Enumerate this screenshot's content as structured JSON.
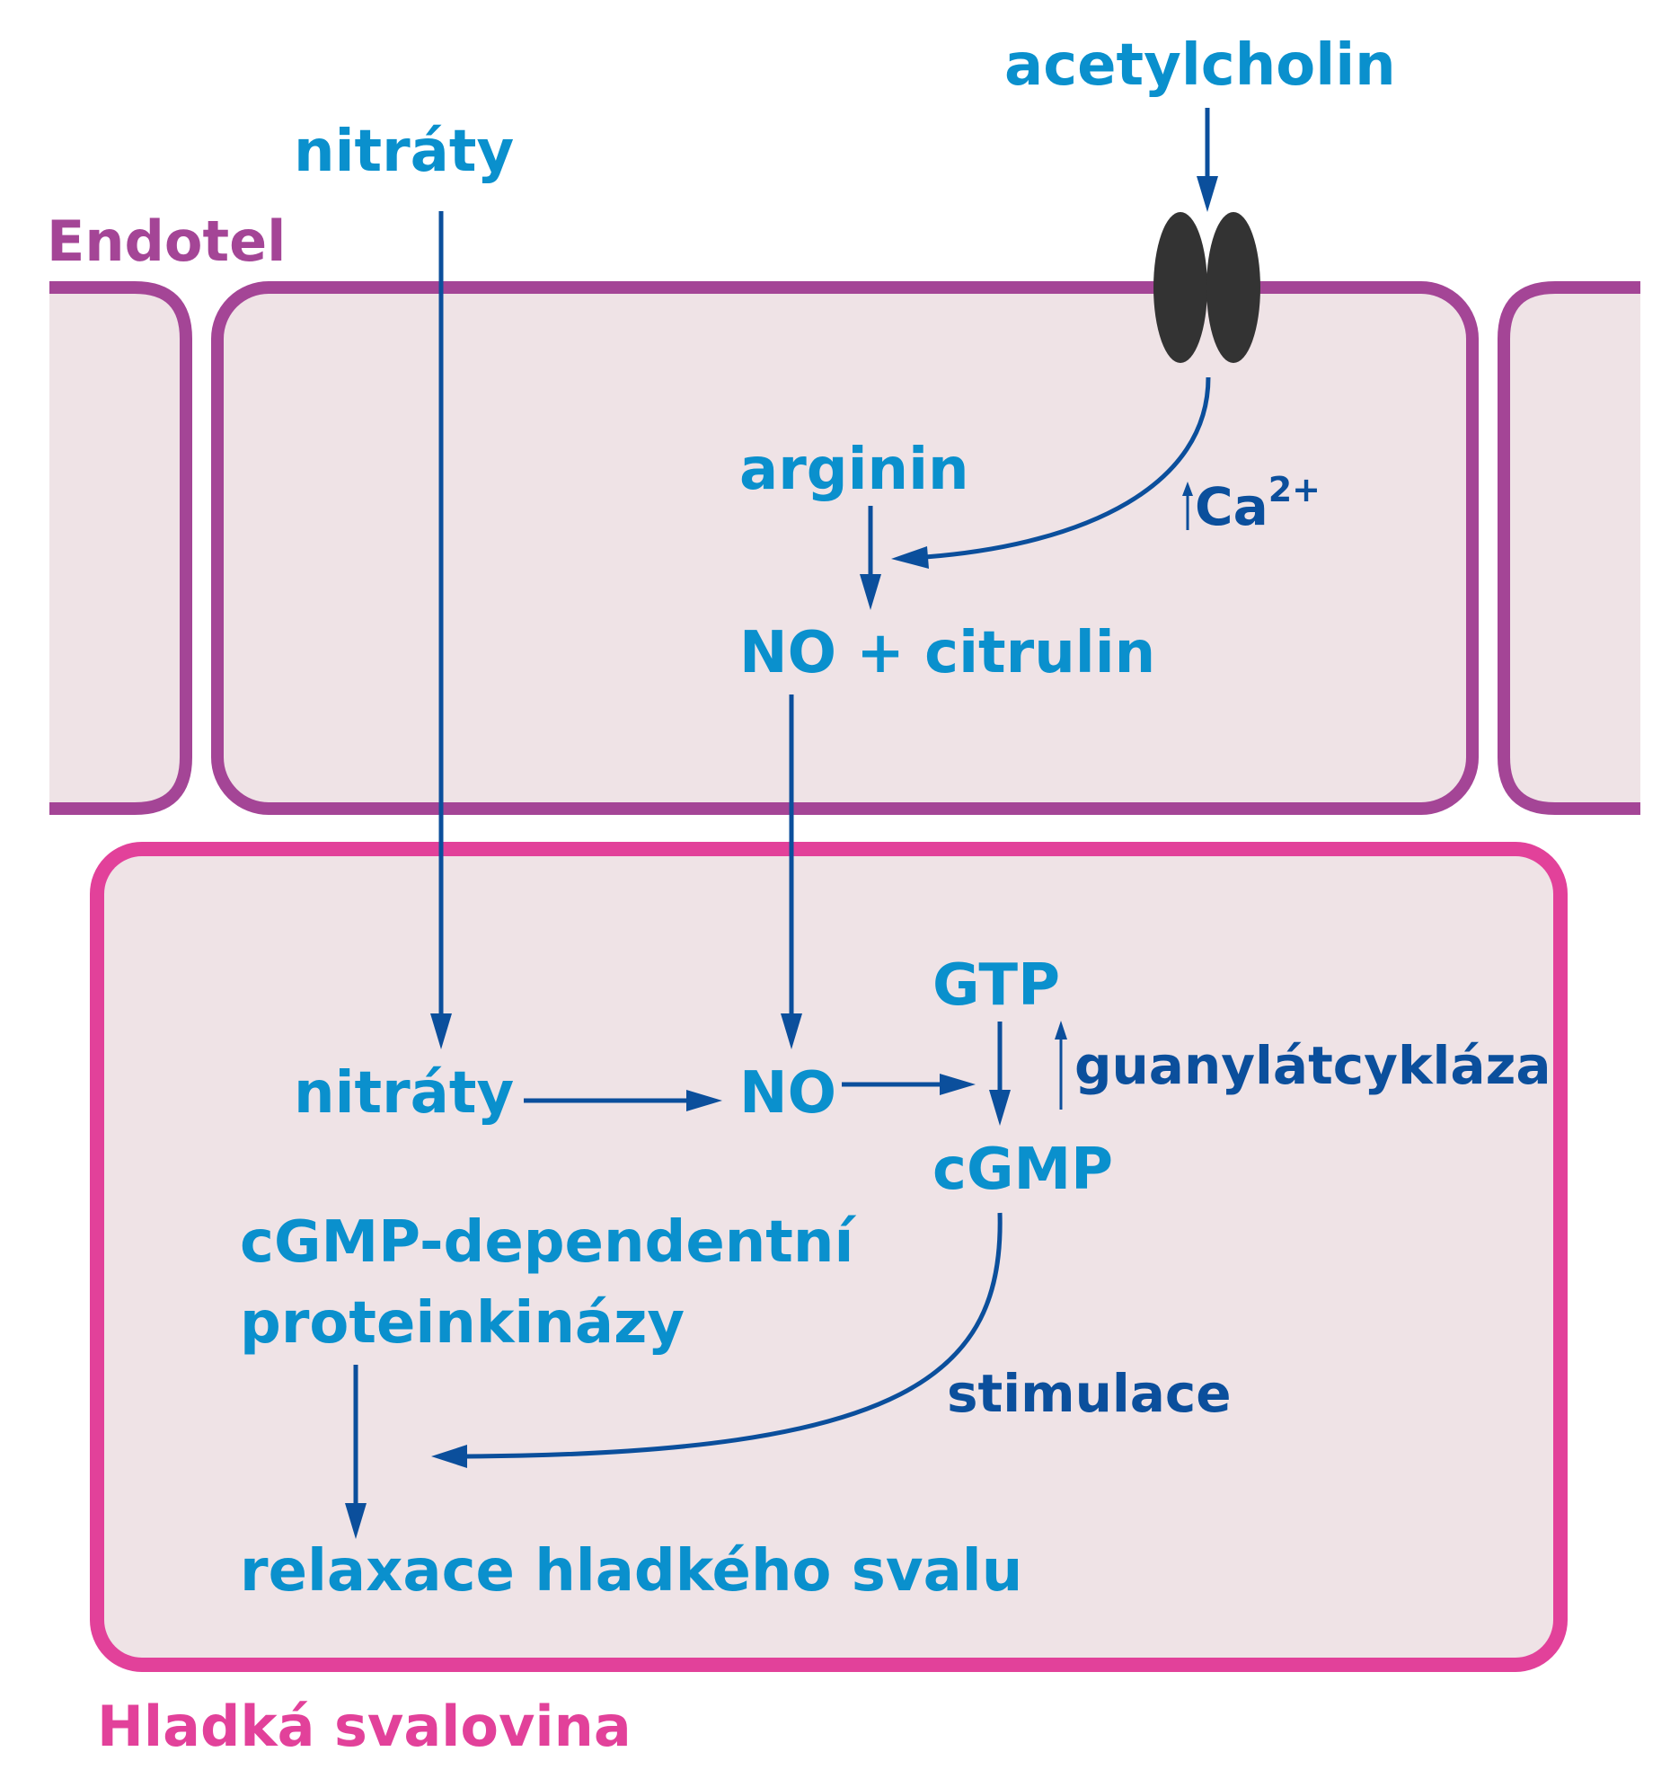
{
  "labels": {
    "acetylcholine": "acetylcholin",
    "nitrates_top": "nitráty",
    "endothelium": "Endotel",
    "arginine": "arginin",
    "calcium_base": "Ca",
    "calcium_charge": "2+",
    "no_citrulline": "NO + citrulin",
    "gtp": "GTP",
    "guanylate_cyclase": "guanylátcykláza",
    "nitrates_inner": "nitráty",
    "no": "NO",
    "cgmp": "cGMP",
    "pkg_line1": "cGMP-dependentní",
    "pkg_line2": "proteinkinázy",
    "stimulation": "stimulace",
    "relaxation": "relaxace hladkého svalu",
    "smooth_muscle": "Hladká svalovina"
  },
  "colors": {
    "label": "#0a90cd",
    "label_dark": "#0b4f9c",
    "arrow": "#0b4f9c",
    "endothelium": "#a44596",
    "smooth_muscle": "#e2419a",
    "cell_fill": "#efe3e6",
    "receptor": "#333333"
  }
}
